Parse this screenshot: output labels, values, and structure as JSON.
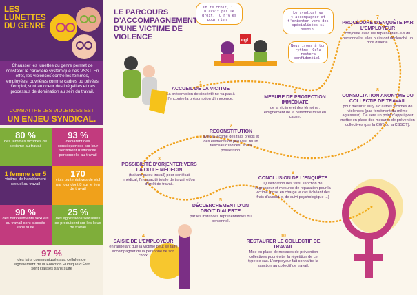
{
  "left": {
    "title": "LES LUNETTES DU GENRE",
    "intro": "Chausser les lunettes du genre permet de constater le caractère systémique des VSST. En effet, les violences contre les femmes, employées, ouvrières comme cadres ou privées d'emploi, sont au coeur des inégalités et des processus de domination au sein du travail.",
    "call": "COMBATTRE LES VIOLENCES EST",
    "call_big": "UN ENJEU SYNDICAL.",
    "stats": [
      {
        "num": "80 %",
        "text": "des femmes victimes de sexisme au travail"
      },
      {
        "num": "93 %",
        "text": "déclarent des conséquences sur leur sentiment d'efficacité personnelle au travail"
      },
      {
        "num": "1 femme sur 5",
        "text": "victime de harcèlement sexuel au travail"
      },
      {
        "num": "170",
        "text": "viols ou tentatives de viol par jour dont 8 sur le lieu de travail"
      },
      {
        "num": "90 %",
        "text": "des harcèlements sexuels au travail sont classés sans suite"
      },
      {
        "num": "25 %",
        "text": "des agressions sexuelles se produisent sur les lieux de travail"
      },
      {
        "num": "97 %",
        "text": "des faits communiqués aux cellules de signalement de la Fonction Publique d'État sont classés sans suite"
      }
    ]
  },
  "right": {
    "title": "LE PARCOURS D'ACCOMPAGNEMENT D'UNE VICTIME DE VIOLENCE",
    "bubble1": "On te croit, il n'avait pas le droit. Tu n'y es pour rien !",
    "bubble2": "Le syndicat va t'accompagner et t'orienter vers des spécialistes si besoin.",
    "bubble3": "Nous irons à ton rythme. Cela restera confidentiel.",
    "sign": "cgt",
    "steps": [
      {
        "num": "1",
        "title": "ACCUEIL DE LA VICTIME",
        "desc": "La présomption de sincérité ne va pas à l'encontre la présomption d'innocence."
      },
      {
        "num": "2",
        "title": "RECONSTITUTION",
        "desc": "avec la victime des faits précis et des éléments de preuves, tel un faisceau d'indices, en sa possession."
      },
      {
        "num": "3",
        "title": "POSSIBILITÉ D'ORIENTER VERS LA OU LE MÉDECIN",
        "desc": "(traitant ou du travail) pour certificat médical, l'incapacité totale de travail et/ou d'arrêt de travail."
      },
      {
        "num": "4",
        "title": "SAISIE DE L'EMPLOYEUR",
        "desc": "en rappelant que la victime peut se faire accompagner de la personne de son choix."
      },
      {
        "num": "5",
        "title": "DÉCLENCHEMENT D'UN DROIT D'ALERTE",
        "desc": "par les instances représentatives du personnel."
      },
      {
        "num": "6",
        "title": "MESURE DE PROTECTION IMMÉDIATE",
        "desc": "de la victime et des témoins : éloignement de la personne mise en cause."
      },
      {
        "num": "7",
        "title": "PROCÉDURE D'ENQUÊTE PAR L'EMPLOYEUR",
        "desc": "conjointe avec les représentant·e·s du personnel si elles ou ils ont déclenché un droit d'alerte."
      },
      {
        "num": "8",
        "title": "CONSULTATION ANONYME DU COLLECTIF DE TRAVAIL",
        "desc": "pour mesurer s'il y a d'autres victimes de violences (pas forcément du même agresseur). Ce sera un point d'appui pour mettre en place des mesures de prévention collectives (par la CGT ou la CSSCT)."
      },
      {
        "num": "9",
        "title": "CONCLUSION DE L'ENQUÊTE",
        "desc": "Qualification des faits, sanction de l'agresseur et mesures de réparation pour la victime (prise en charge le cas échéant des frais d'avocat·e, de suivi psychologique ...)"
      },
      {
        "num": "10",
        "title": "RESTAURER LE COLLECTIF DE TRAVAIL",
        "desc": "Mise en place de mesures de prévention collectives pour éviter la répétition de ce type de cas. L'employeur fait connaître la sanction au collectif de travail."
      }
    ]
  },
  "colors": {
    "purple": "#6b2f87",
    "dark_purple": "#5b2a6e",
    "yellow": "#f6c21a",
    "orange": "#f0a11b",
    "green": "#7fae3a",
    "pink": "#c23b7e"
  }
}
